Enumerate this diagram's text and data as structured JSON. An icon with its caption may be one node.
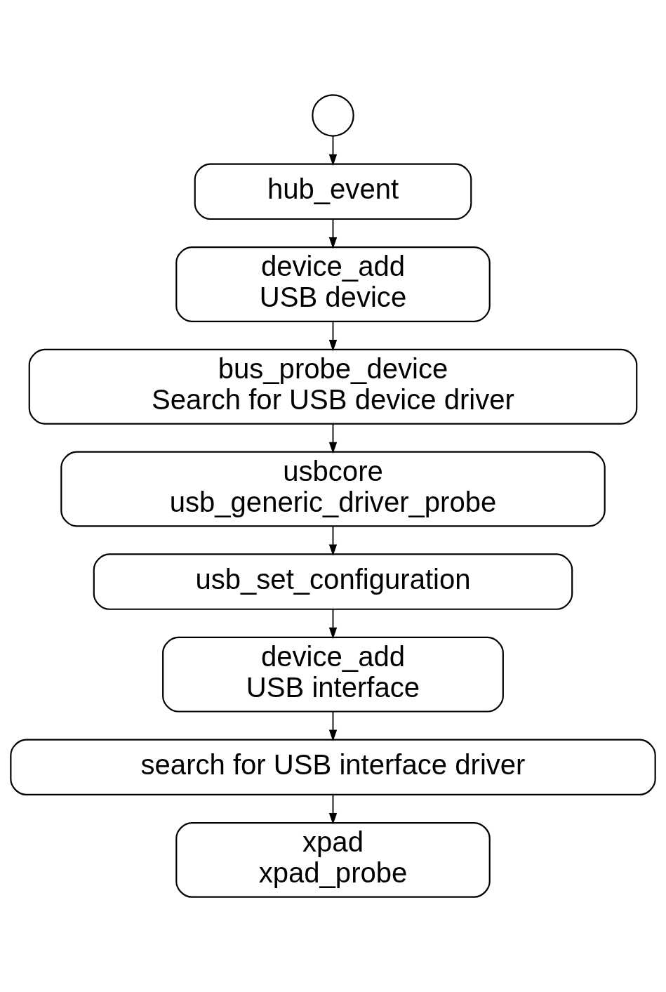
{
  "diagram": {
    "nodes": [
      {
        "text": [],
        "shape": "circle"
      },
      {
        "text": [
          "hub_event"
        ]
      },
      {
        "text": [
          "device_add",
          "USB device"
        ]
      },
      {
        "text": [
          "bus_probe_device",
          "Search for USB device driver"
        ]
      },
      {
        "text": [
          "usbcore",
          "usb_generic_driver_probe"
        ]
      },
      {
        "text": [
          "usb_set_configuration"
        ]
      },
      {
        "text": [
          "device_add",
          "USB interface"
        ]
      },
      {
        "text": [
          "search for USB interface driver"
        ]
      },
      {
        "text": [
          "xpad",
          "xpad_probe"
        ]
      }
    ],
    "edges": [
      {
        "from": 0,
        "to": 1,
        "arrow": "to"
      },
      {
        "from": 1,
        "to": 2,
        "arrow": "to"
      },
      {
        "from": 2,
        "to": 3,
        "arrow": "to"
      },
      {
        "from": 3,
        "to": 4,
        "arrow": "to"
      },
      {
        "from": 4,
        "to": 5,
        "arrow": "to"
      },
      {
        "from": 5,
        "to": 6,
        "arrow": "to"
      },
      {
        "from": 6,
        "to": 7,
        "arrow": "to"
      },
      {
        "from": 7,
        "to": 8,
        "arrow": "to"
      }
    ]
  }
}
